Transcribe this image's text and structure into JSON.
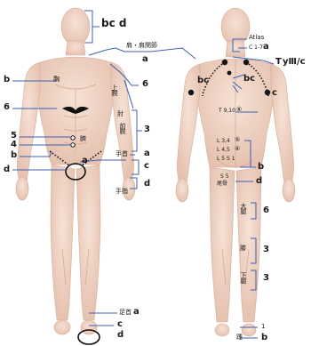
{
  "front": {
    "head_label": "bc  d",
    "shoulder_label": "肩・肩関節",
    "shoulder_grade": "a",
    "chest_label": "胸",
    "chest_grade": "b",
    "upper_arm_label": "上腕",
    "upper_arm_grade": "6",
    "nipple_grade": "6",
    "elbow_label": "肘",
    "forearm_label": "前腕",
    "forearm_grade": "3",
    "navel_label": "臍",
    "navel_grade_5": "5",
    "navel_grade_4": "4",
    "navel_grade_b": "b",
    "wrist_label": "手首",
    "wrist_grade": "a",
    "hip_grade": "a",
    "pelvis_grade": "c",
    "fingers_label": "手指",
    "fingers_grade": "d",
    "genital_grade": "d",
    "ankle_label": "足首",
    "ankle_grade": "a",
    "foot_grade_c": "c",
    "foot_grade_d": "d"
  },
  "back": {
    "atlas_label": "Atlas",
    "cervical_label": "C 1-7",
    "cervical_grade": "a",
    "thoracic_label": "T",
    "thoracic_roman": "yⅢ/c",
    "scapula_left_grade": "bc",
    "scapula_right_grade": "bc",
    "scapula_edge_grade": "c",
    "t9_label": "T 9,10",
    "t9_grade": "⑥",
    "l34_label": "L 3,4",
    "l34_grade": "⑤",
    "l45_label": "L 4,5",
    "l45_grade": "④",
    "l5s1_label": "L 5 S 1",
    "lumbar_grade": "b",
    "s5_label": "S 5",
    "coccyx_label": "尾骨",
    "coccyx_grade": "d",
    "thigh_label": "大腿",
    "thigh_grade": "6",
    "knee_label": "膝",
    "knee_grade": "3",
    "lower_leg_label": "下腿",
    "lower_leg_grade": "3",
    "heel_grade_1": "1",
    "heel_label": "踵",
    "heel_grade": "b"
  },
  "colors": {
    "skin": "#f1d7c8",
    "skin_shadow": "#ddb5a1",
    "pointer_line": "#3f5fb0",
    "marker": "#111111"
  }
}
